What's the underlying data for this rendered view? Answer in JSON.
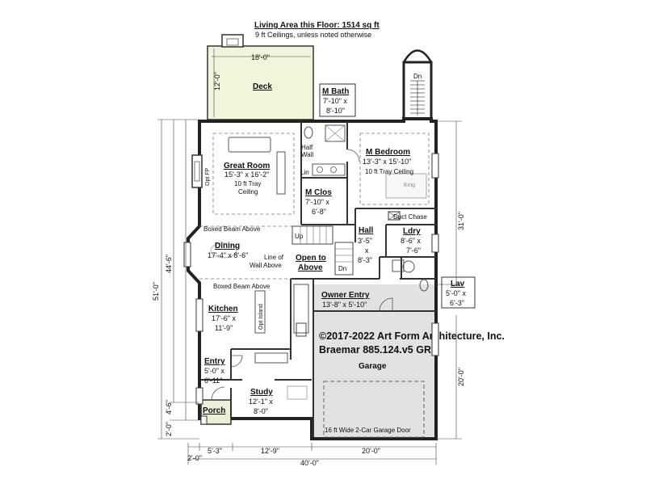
{
  "header": {
    "living_area": "Living Area this Floor: 1514 sq ft",
    "ceiling_note": "9 ft Ceilings, unless noted otherwise"
  },
  "copyright": {
    "line1": "©2017-2022 Art Form Architecture, Inc.",
    "line2": "Braemar 885.124.v5 GR"
  },
  "rooms": {
    "deck": {
      "name": "Deck",
      "width": "18'-0\"",
      "depth": "12'-0\""
    },
    "great_room": {
      "name": "Great Room",
      "size": "15'-3\" x 16'-2\"",
      "note1": "10 ft Tray",
      "note2": "Ceiling",
      "fp": "Opt FP"
    },
    "m_bath": {
      "name": "M Bath",
      "size1": "7'-10\" x",
      "size2": "8'-10\""
    },
    "m_bedroom": {
      "name": "M Bedroom",
      "size": "13'-3\" x 15'-10\"",
      "note": "10 ft Tray Ceiling",
      "bed": "King"
    },
    "m_clos": {
      "name": "M Clos",
      "size1": "7'-10\" x",
      "size2": "6'-8\""
    },
    "half_wall": {
      "line1": "Half",
      "line2": "Wall"
    },
    "lin": "Lin",
    "duct_chase": "Duct Chase",
    "hall": {
      "name": "Hall",
      "size1": "3'-5\"",
      "size2": "x",
      "size3": "8'-3\""
    },
    "ldry": {
      "name": "Ldry",
      "size1": "8'-6\" x",
      "size2": "7'-6\""
    },
    "dining": {
      "name": "Dining",
      "size": "17'-4\" x 8'-6\""
    },
    "boxed_beam_top": "Boxed Beam Above",
    "boxed_beam_bottom": "Boxed Beam Above",
    "line_of_wall": {
      "line1": "Line of",
      "line2": "Wall Above"
    },
    "open_to_above": {
      "line1": "Open to",
      "line2": "Above"
    },
    "stairs_up": "Up",
    "stairs_dn": "Dn",
    "ext_stairs_dn": "Dn",
    "lav": {
      "name": "Lav",
      "size1": "5'-0\" x",
      "size2": "6'-3\""
    },
    "owner_entry": {
      "name": "Owner Entry",
      "size": "13'-8\" x 5'-10\""
    },
    "kitchen": {
      "name": "Kitchen",
      "size1": "17'-6\" x",
      "size2": "11'-9\"",
      "island": "Opt Island"
    },
    "garage": {
      "name": "Garage",
      "door": "16 ft Wide 2-Car Garage Door"
    },
    "entry": {
      "name": "Entry",
      "size1": "5'-0\" x",
      "size2": "6'-11\""
    },
    "study": {
      "name": "Study",
      "size1": "12'-1\" x",
      "size2": "8'-0\""
    },
    "porch": {
      "name": "Porch"
    }
  },
  "dimensions": {
    "left_overall": "51'-0\"",
    "left_upper": "44'-6\"",
    "left_mid": "4'-6\"",
    "left_low": "2'-0\"",
    "right_upper": "31'-0\"",
    "right_lower": "20'-0\"",
    "bottom_a": "5'-3\"",
    "bottom_b": "12'-9\"",
    "bottom_c": "20'-0\"",
    "bottom_d": "2'-0\"",
    "bottom_overall": "40'-0\""
  },
  "colors": {
    "deck_fill": "#f2f4dc",
    "garage_fill": "#e3e1e1",
    "porch_fill": "#e9f0d6"
  }
}
